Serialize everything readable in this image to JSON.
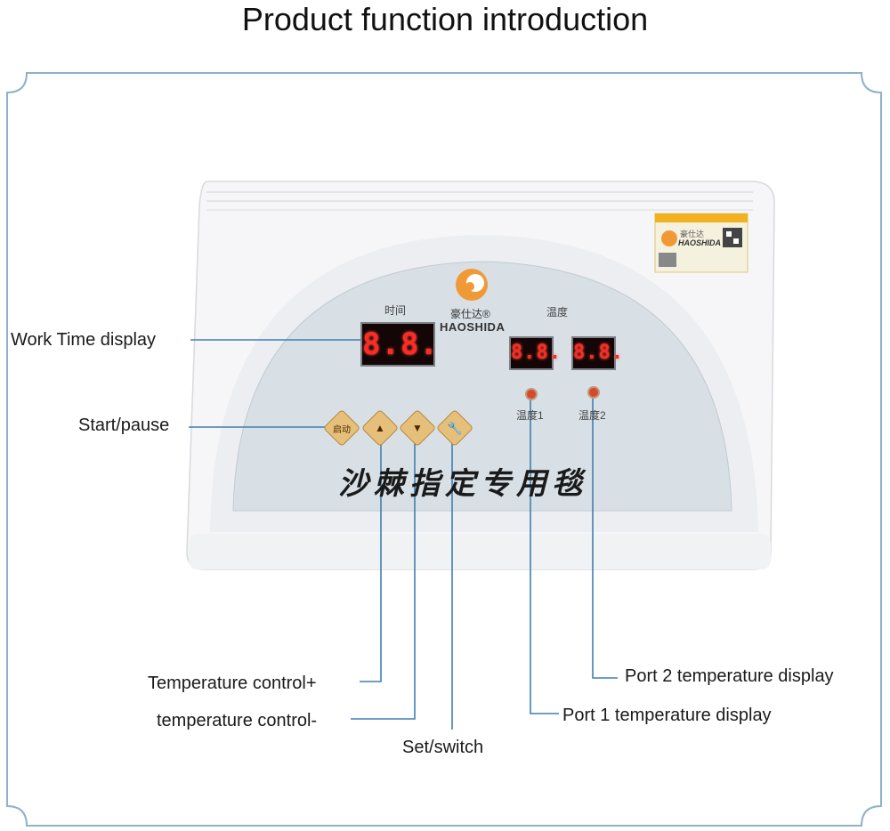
{
  "title": "Product function introduction",
  "labels": {
    "work_time": "Work Time display",
    "start_pause": "Start/pause",
    "temp_plus": "Temperature control+",
    "temp_minus": "temperature control-",
    "set_switch": "Set/switch",
    "port1": "Port 1 temperature display",
    "port2": "Port 2 temperature display"
  },
  "device": {
    "brand_cn": "豪仕达®",
    "brand": "HAOSHIDA",
    "time_label": "时间",
    "temp_label": "温度",
    "temp1_label": "温度1",
    "temp2_label": "温度2",
    "start_btn": "启动",
    "time_digits": "8.8.",
    "temp1_digits": "8.8.",
    "temp2_digits": "8.8.",
    "slogan": "沙棘指定专用毯",
    "sticker_brand": "HAOSHIDA",
    "sticker_cn": "豪仕达"
  },
  "colors": {
    "frame": "#8fb2c9",
    "lines": "#3f7fb3",
    "panel": "#d8e0e6",
    "body": "#f6f6f8",
    "digit": "#ff2a25",
    "button": "#e6c07b"
  }
}
